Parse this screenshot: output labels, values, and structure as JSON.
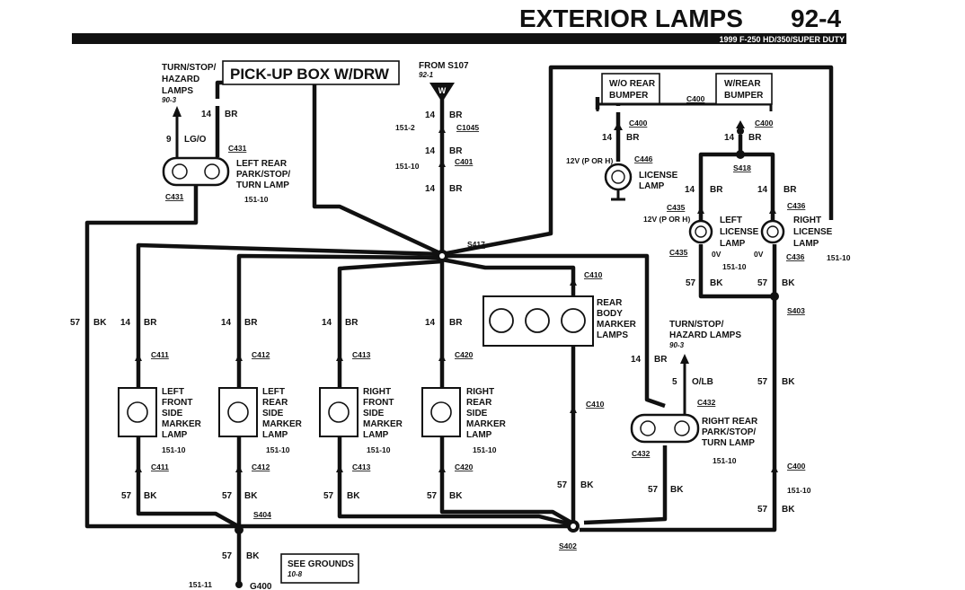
{
  "header": {
    "title": "EXTERIOR LAMPS",
    "page_number": "92-4",
    "subtitle": "1999 F-250 HD/350/SUPER DUTY"
  },
  "pickup_box_label": "PICK-UP BOX W/DRW",
  "turn_left": {
    "line1": "TURN/STOP/",
    "line2": "HAZARD",
    "line3": "LAMPS",
    "ref": "90-3",
    "wire_gauge": "9",
    "wire_color": "LG/O"
  },
  "left_rear_lamp": {
    "line1": "LEFT REAR",
    "line2": "PARK/STOP/",
    "line3": "TURN LAMP",
    "page": "151-10",
    "conn_top": "C431",
    "conn_bottom": "C431",
    "wire_gauge": "14",
    "wire_color": "BR"
  },
  "from_s107": {
    "line1": "FROM S107",
    "ref": "92-1",
    "symbol": "W"
  },
  "center_feed": {
    "g1": "14",
    "c1": "BR",
    "conn1": "C1045",
    "page1": "151-2",
    "g2": "14",
    "c2": "BR",
    "conn2": "C401",
    "page2": "151-10",
    "g3": "14",
    "c3": "BR",
    "splice": "S417"
  },
  "wo_rear_bumper": {
    "line1": "W/O REAR",
    "line2": "BUMPER",
    "conn": "C400"
  },
  "w_rear_bumper": {
    "line1": "W/REAR",
    "line2": "BUMPER"
  },
  "license_lamp": {
    "conn_top": "C400",
    "g": "14",
    "c": "BR",
    "conn": "C446",
    "voltage": "12V (P OR H)",
    "line1": "LICENSE",
    "line2": "LAMP"
  },
  "right_bumper_feed": {
    "conn_top": "C400",
    "g": "14",
    "c": "BR",
    "splice": "S418"
  },
  "left_license_lamp": {
    "g": "14",
    "c": "BR",
    "conn_top": "C435",
    "voltage": "12V (P OR H)",
    "line1": "LEFT",
    "line2": "LICENSE",
    "line3": "LAMP",
    "conn_bottom": "C435",
    "ov": "0V",
    "page": "151-10",
    "g2": "57",
    "c2": "BK"
  },
  "right_license_lamp": {
    "g": "14",
    "c": "BR",
    "conn_top": "C436",
    "line1": "RIGHT",
    "line2": "LICENSE",
    "line3": "LAMP",
    "conn_bottom": "C436",
    "ov": "0V",
    "page": "151-10",
    "g2": "57",
    "c2": "BK",
    "splice": "S403"
  },
  "rear_body_marker": {
    "conn": "C410",
    "line1": "REAR",
    "line2": "BODY",
    "line3": "MARKER",
    "line4": "LAMPS",
    "conn_bottom": "C410"
  },
  "side_markers": [
    {
      "conn_top": "C411",
      "line1": "LEFT",
      "line2": "FRONT",
      "line3": "SIDE",
      "line4": "MARKER",
      "line5": "LAMP",
      "page": "151-10",
      "conn_bottom": "C411",
      "g_top": "14",
      "c_top": "BR",
      "g_bot": "57",
      "c_bot": "BK"
    },
    {
      "conn_top": "C412",
      "line1": "LEFT",
      "line2": "REAR",
      "line3": "SIDE",
      "line4": "MARKER",
      "line5": "LAMP",
      "page": "151-10",
      "conn_bottom": "C412",
      "g_top": "14",
      "c_top": "BR",
      "g_bot": "57",
      "c_bot": "BK"
    },
    {
      "conn_top": "C413",
      "line1": "RIGHT",
      "line2": "FRONT",
      "line3": "SIDE",
      "line4": "MARKER",
      "line5": "LAMP",
      "page": "151-10",
      "conn_bottom": "C413",
      "g_top": "14",
      "c_top": "BR",
      "g_bot": "57",
      "c_bot": "BK"
    },
    {
      "conn_top": "C420",
      "line1": "RIGHT",
      "line2": "REAR",
      "line3": "SIDE",
      "line4": "MARKER",
      "line5": "LAMP",
      "page": "151-10",
      "conn_bottom": "C420",
      "g_top": "14",
      "c_top": "BR",
      "g_bot": "57",
      "c_bot": "BK"
    }
  ],
  "turn_right": {
    "line1": "TURN/STOP/",
    "line2": "HAZARD LAMPS",
    "ref": "90-3",
    "g": "14",
    "c": "BR",
    "g2": "5",
    "c2": "O/LB",
    "conn": "C432"
  },
  "right_rear_lamp": {
    "line1": "RIGHT REAR",
    "line2": "PARK/STOP/",
    "line3": "TURN LAMP",
    "page": "151-10",
    "conn_bottom": "C432",
    "g": "57",
    "c": "BK"
  },
  "right_ground_feed": {
    "g": "57",
    "c": "BK",
    "conn": "C400",
    "page": "151-10",
    "g2": "57",
    "c2": "BK",
    "g3": "57",
    "c3": "BK"
  },
  "left_ground": {
    "g": "57",
    "c": "BK",
    "splice": "S404",
    "g2": "57",
    "c2": "BK",
    "page": "151-11",
    "ground": "G400"
  },
  "s402": {
    "splice": "S402",
    "g": "57",
    "c": "BK"
  },
  "see_grounds": {
    "line1": "SEE GROUNDS",
    "ref": "10-8"
  },
  "colors": {
    "ink": "#111111",
    "paper": "#ffffff"
  }
}
